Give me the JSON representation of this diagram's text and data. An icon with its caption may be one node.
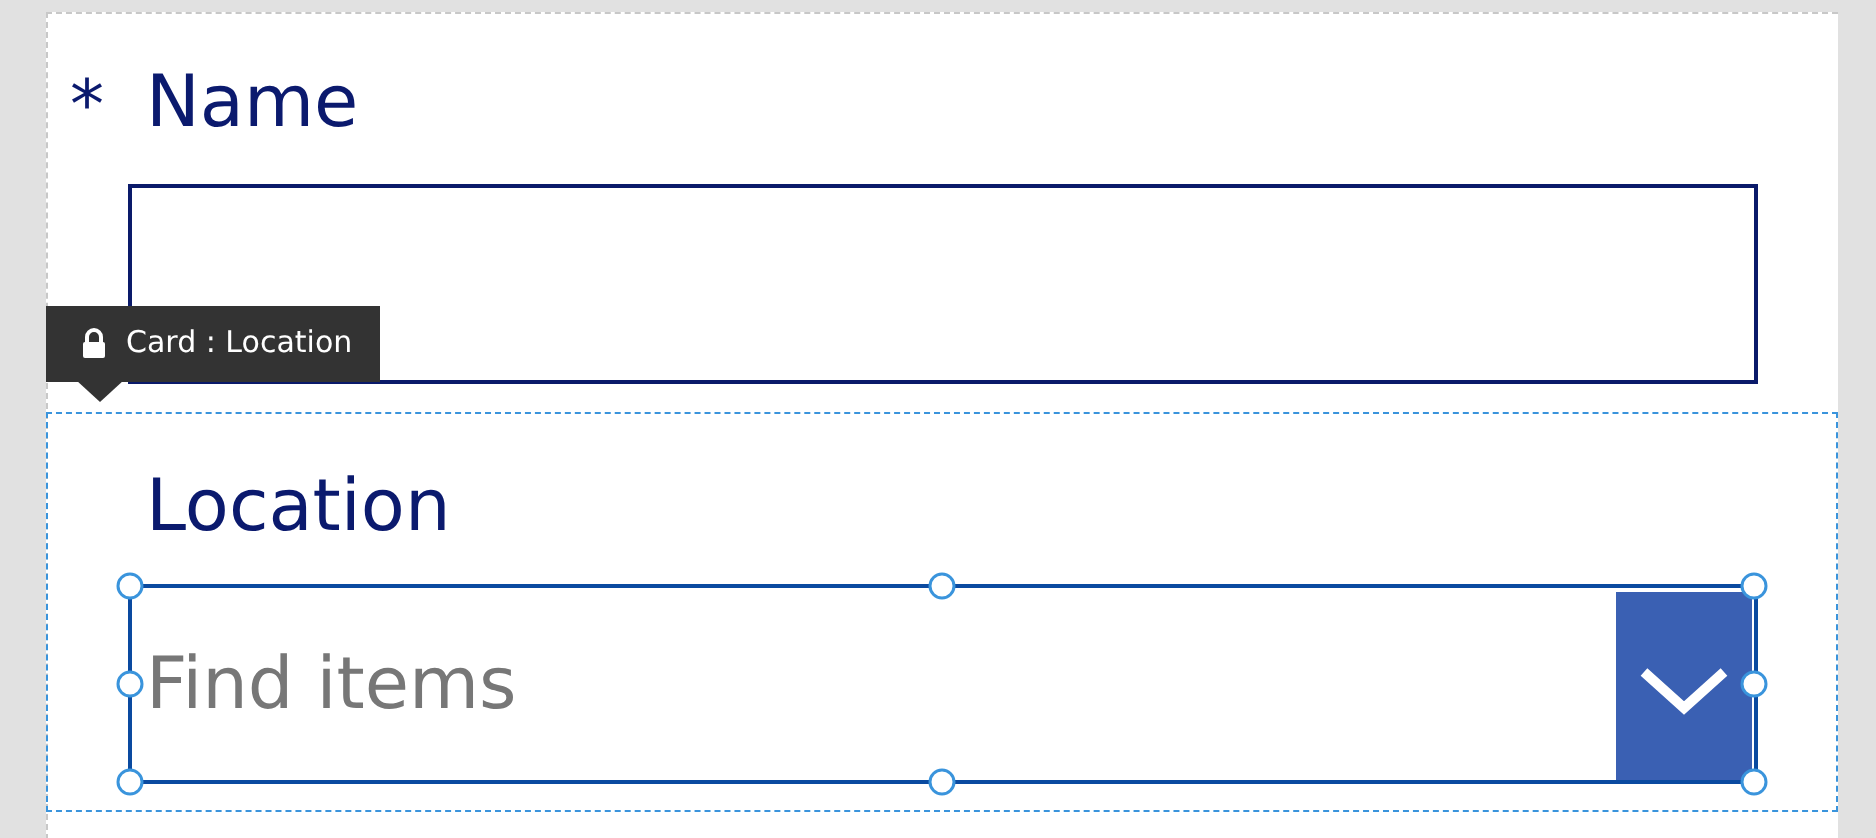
{
  "diagram": {
    "labels": [
      "*",
      "Name",
      "Card : Location",
      "Location",
      "Find items"
    ]
  }
}
